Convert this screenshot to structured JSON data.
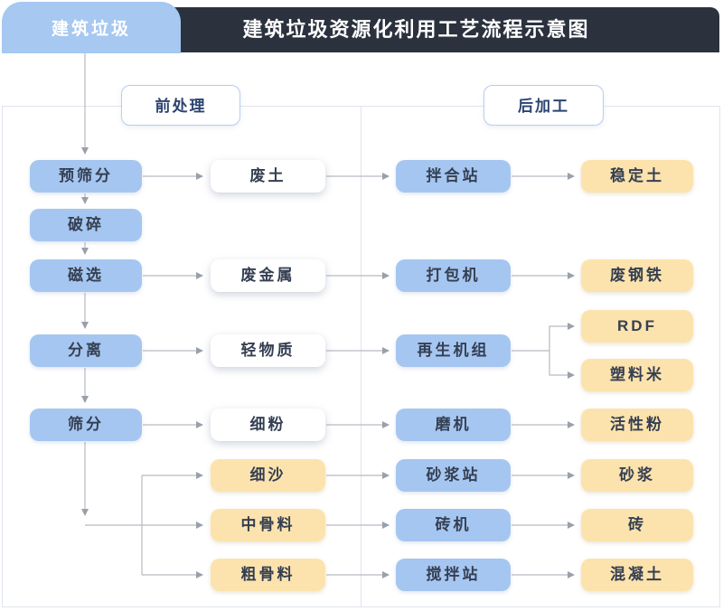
{
  "header": {
    "source_tab": "建筑垃圾",
    "title": "建筑垃圾资源化利用工艺流程示意图"
  },
  "sections": {
    "pre": "前处理",
    "post": "后加工"
  },
  "nodes": {
    "pre_screen": "预筛分",
    "crush": "破碎",
    "magnetic": "磁选",
    "separate": "分离",
    "screen": "筛分",
    "waste_soil": "废土",
    "waste_metal": "废金属",
    "light_material": "轻物质",
    "fine_powder": "细粉",
    "fine_sand": "细沙",
    "medium_aggregate": "中骨料",
    "coarse_aggregate": "粗骨料",
    "mixing_station": "拌合站",
    "baler": "打包机",
    "regeneration_unit": "再生机组",
    "mill": "磨机",
    "mortar_station": "砂浆站",
    "brick_machine": "砖机",
    "stir_station": "搅拌站",
    "stabilized_soil": "稳定土",
    "scrap_steel": "废钢铁",
    "rdf": "RDF",
    "plastic_pellets": "塑料米",
    "active_powder": "活性粉",
    "mortar": "砂浆",
    "brick": "砖",
    "concrete": "混凝土"
  },
  "colors": {
    "header_bg": "#2b323e",
    "process_blue": "#a5c6f0",
    "product_yellow": "#fce3ad",
    "line_gray": "#b6bac1",
    "panel_border": "#e1e5ee"
  }
}
